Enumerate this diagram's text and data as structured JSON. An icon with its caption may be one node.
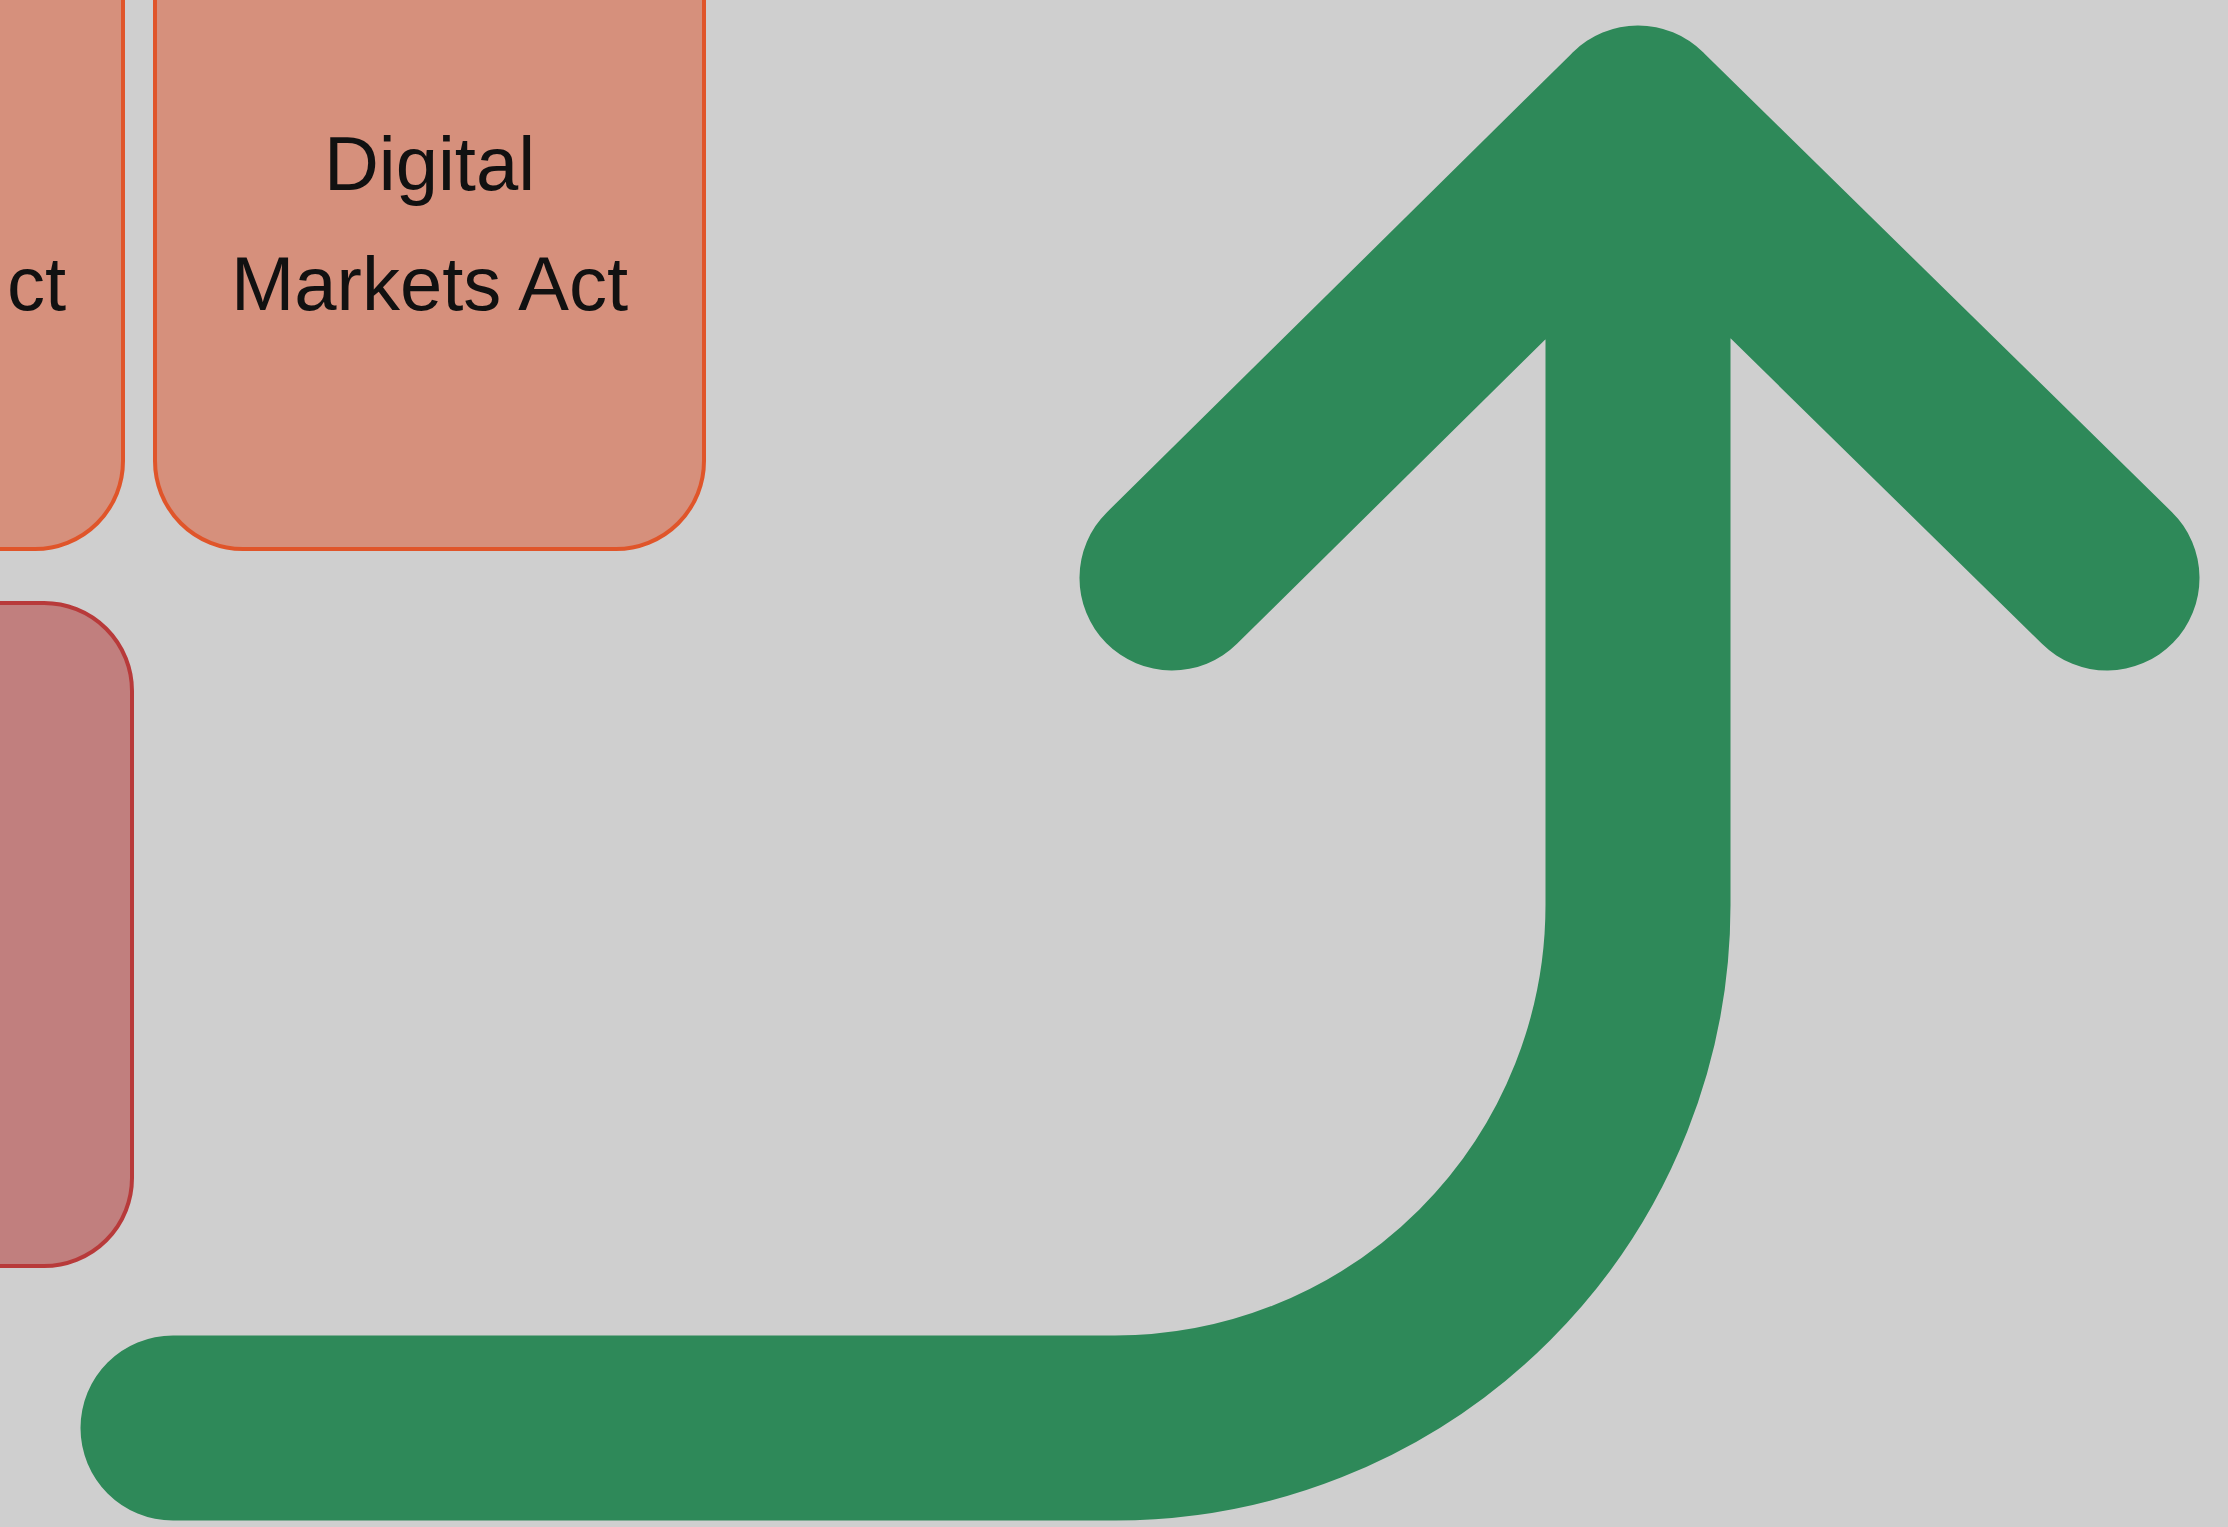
{
  "diagram": {
    "nodes": [
      {
        "text": [
          "ct"
        ]
      },
      {
        "text": [
          "Digital Markets Act"
        ]
      },
      {
        "text": [],
        "shape": "box"
      }
    ]
  }
}
